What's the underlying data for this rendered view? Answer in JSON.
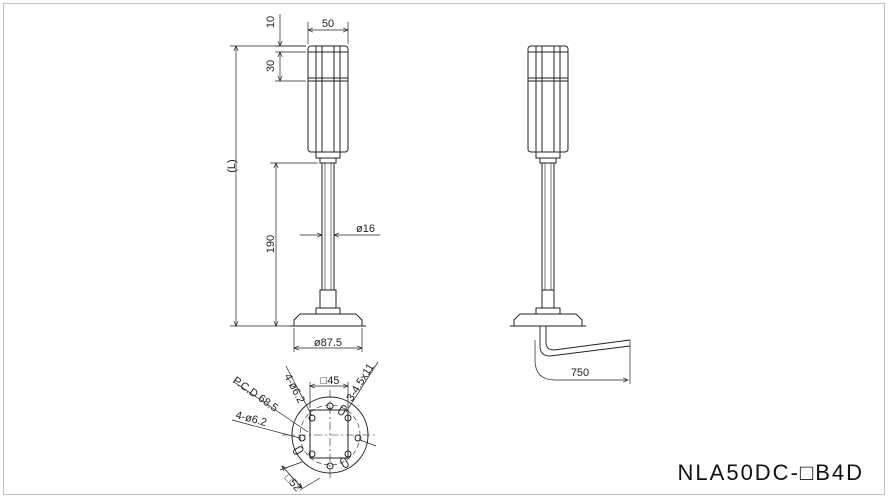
{
  "title_block": {
    "model": "NLA50DC-□B4D"
  },
  "front_view": {
    "top_offset": "10",
    "width": "50",
    "tier_height": "30",
    "overall_length": "(L)",
    "pole_length": "190",
    "pole_diameter": "ø16",
    "base_diameter": "ø87.5"
  },
  "side_view": {
    "cable_length": "750"
  },
  "base_view": {
    "square_45": "□45",
    "holes_top": "4-ø6.2",
    "slots": "3-4.5x11",
    "pcd": "P.C.D 68.5",
    "holes_left": "4-ø6.2",
    "square_52": "□52"
  },
  "colors": {
    "line": "#222222",
    "frame": "#bfbfbf",
    "background": "#ffffff"
  }
}
